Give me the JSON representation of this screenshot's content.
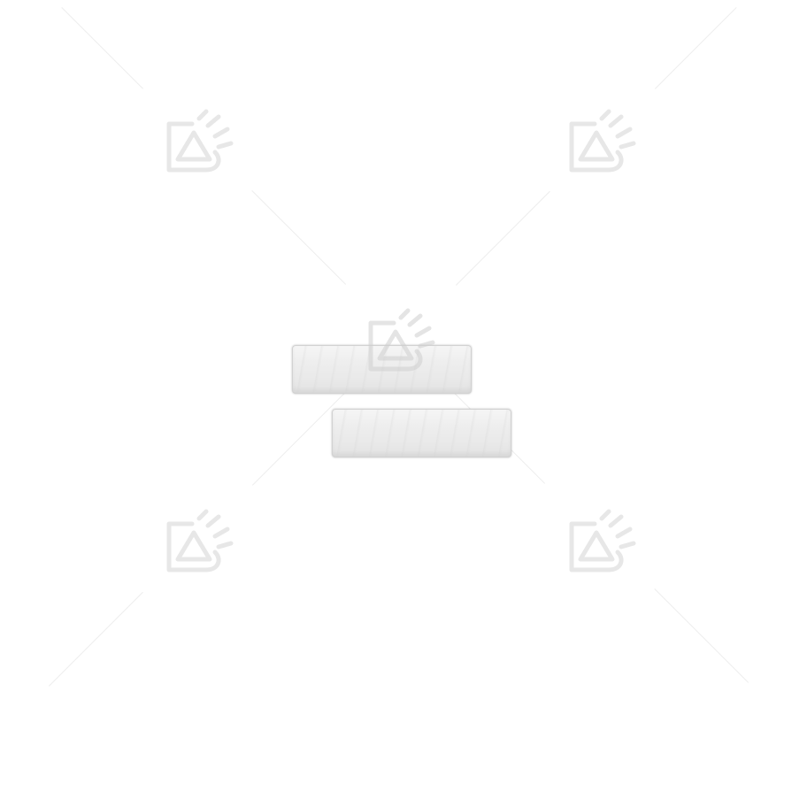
{
  "photo": {
    "background_color": "#ffffff",
    "subject": {
      "items": [
        {
          "name": "roller-top",
          "color": "#ececec"
        },
        {
          "name": "roller-bottom",
          "color": "#ececec"
        }
      ]
    },
    "watermark": {
      "icon": "watermark-logo-icon",
      "color": "#d8d8d8",
      "count": 5
    }
  }
}
